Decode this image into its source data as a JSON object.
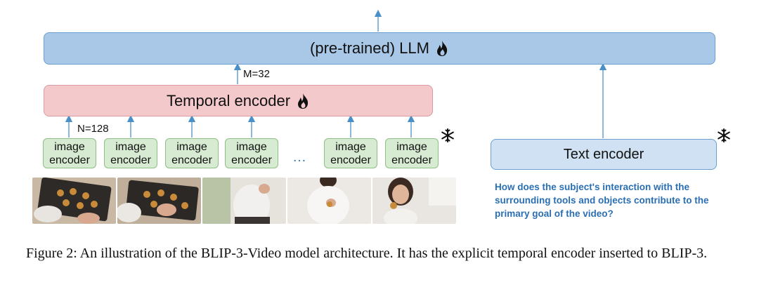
{
  "llm": {
    "label": "(pre-trained) LLM",
    "icon": "flame-icon"
  },
  "temporal_encoder": {
    "label": "Temporal encoder",
    "icon": "flame-icon"
  },
  "m_label": "M=32",
  "n_label": "N=128",
  "image_encoders": [
    {
      "label": "image\nencoder"
    },
    {
      "label": "image\nencoder"
    },
    {
      "label": "image\nencoder"
    },
    {
      "label": "image\nencoder"
    },
    {
      "label": "image\nencoder"
    },
    {
      "label": "image\nencoder"
    }
  ],
  "ellipsis": "…",
  "text_encoder": {
    "label": "Text encoder"
  },
  "frozen_icon": "snowflake-icon",
  "question": "How does the subject's interaction with the surrounding tools and objects contribute to the primary goal of the video?",
  "caption": "Figure 2: An illustration of the BLIP-3-Video model architecture. It has the explicit temporal encoder inserted to BLIP-3.",
  "colors": {
    "llm_fill": "#a9c7e6",
    "temporal_fill": "#f4c9cc",
    "image_encoder_fill": "#d7ead2",
    "text_encoder_fill": "#cfe1f3",
    "arrow": "#4a90c8",
    "question_text": "#2a6fb3"
  }
}
